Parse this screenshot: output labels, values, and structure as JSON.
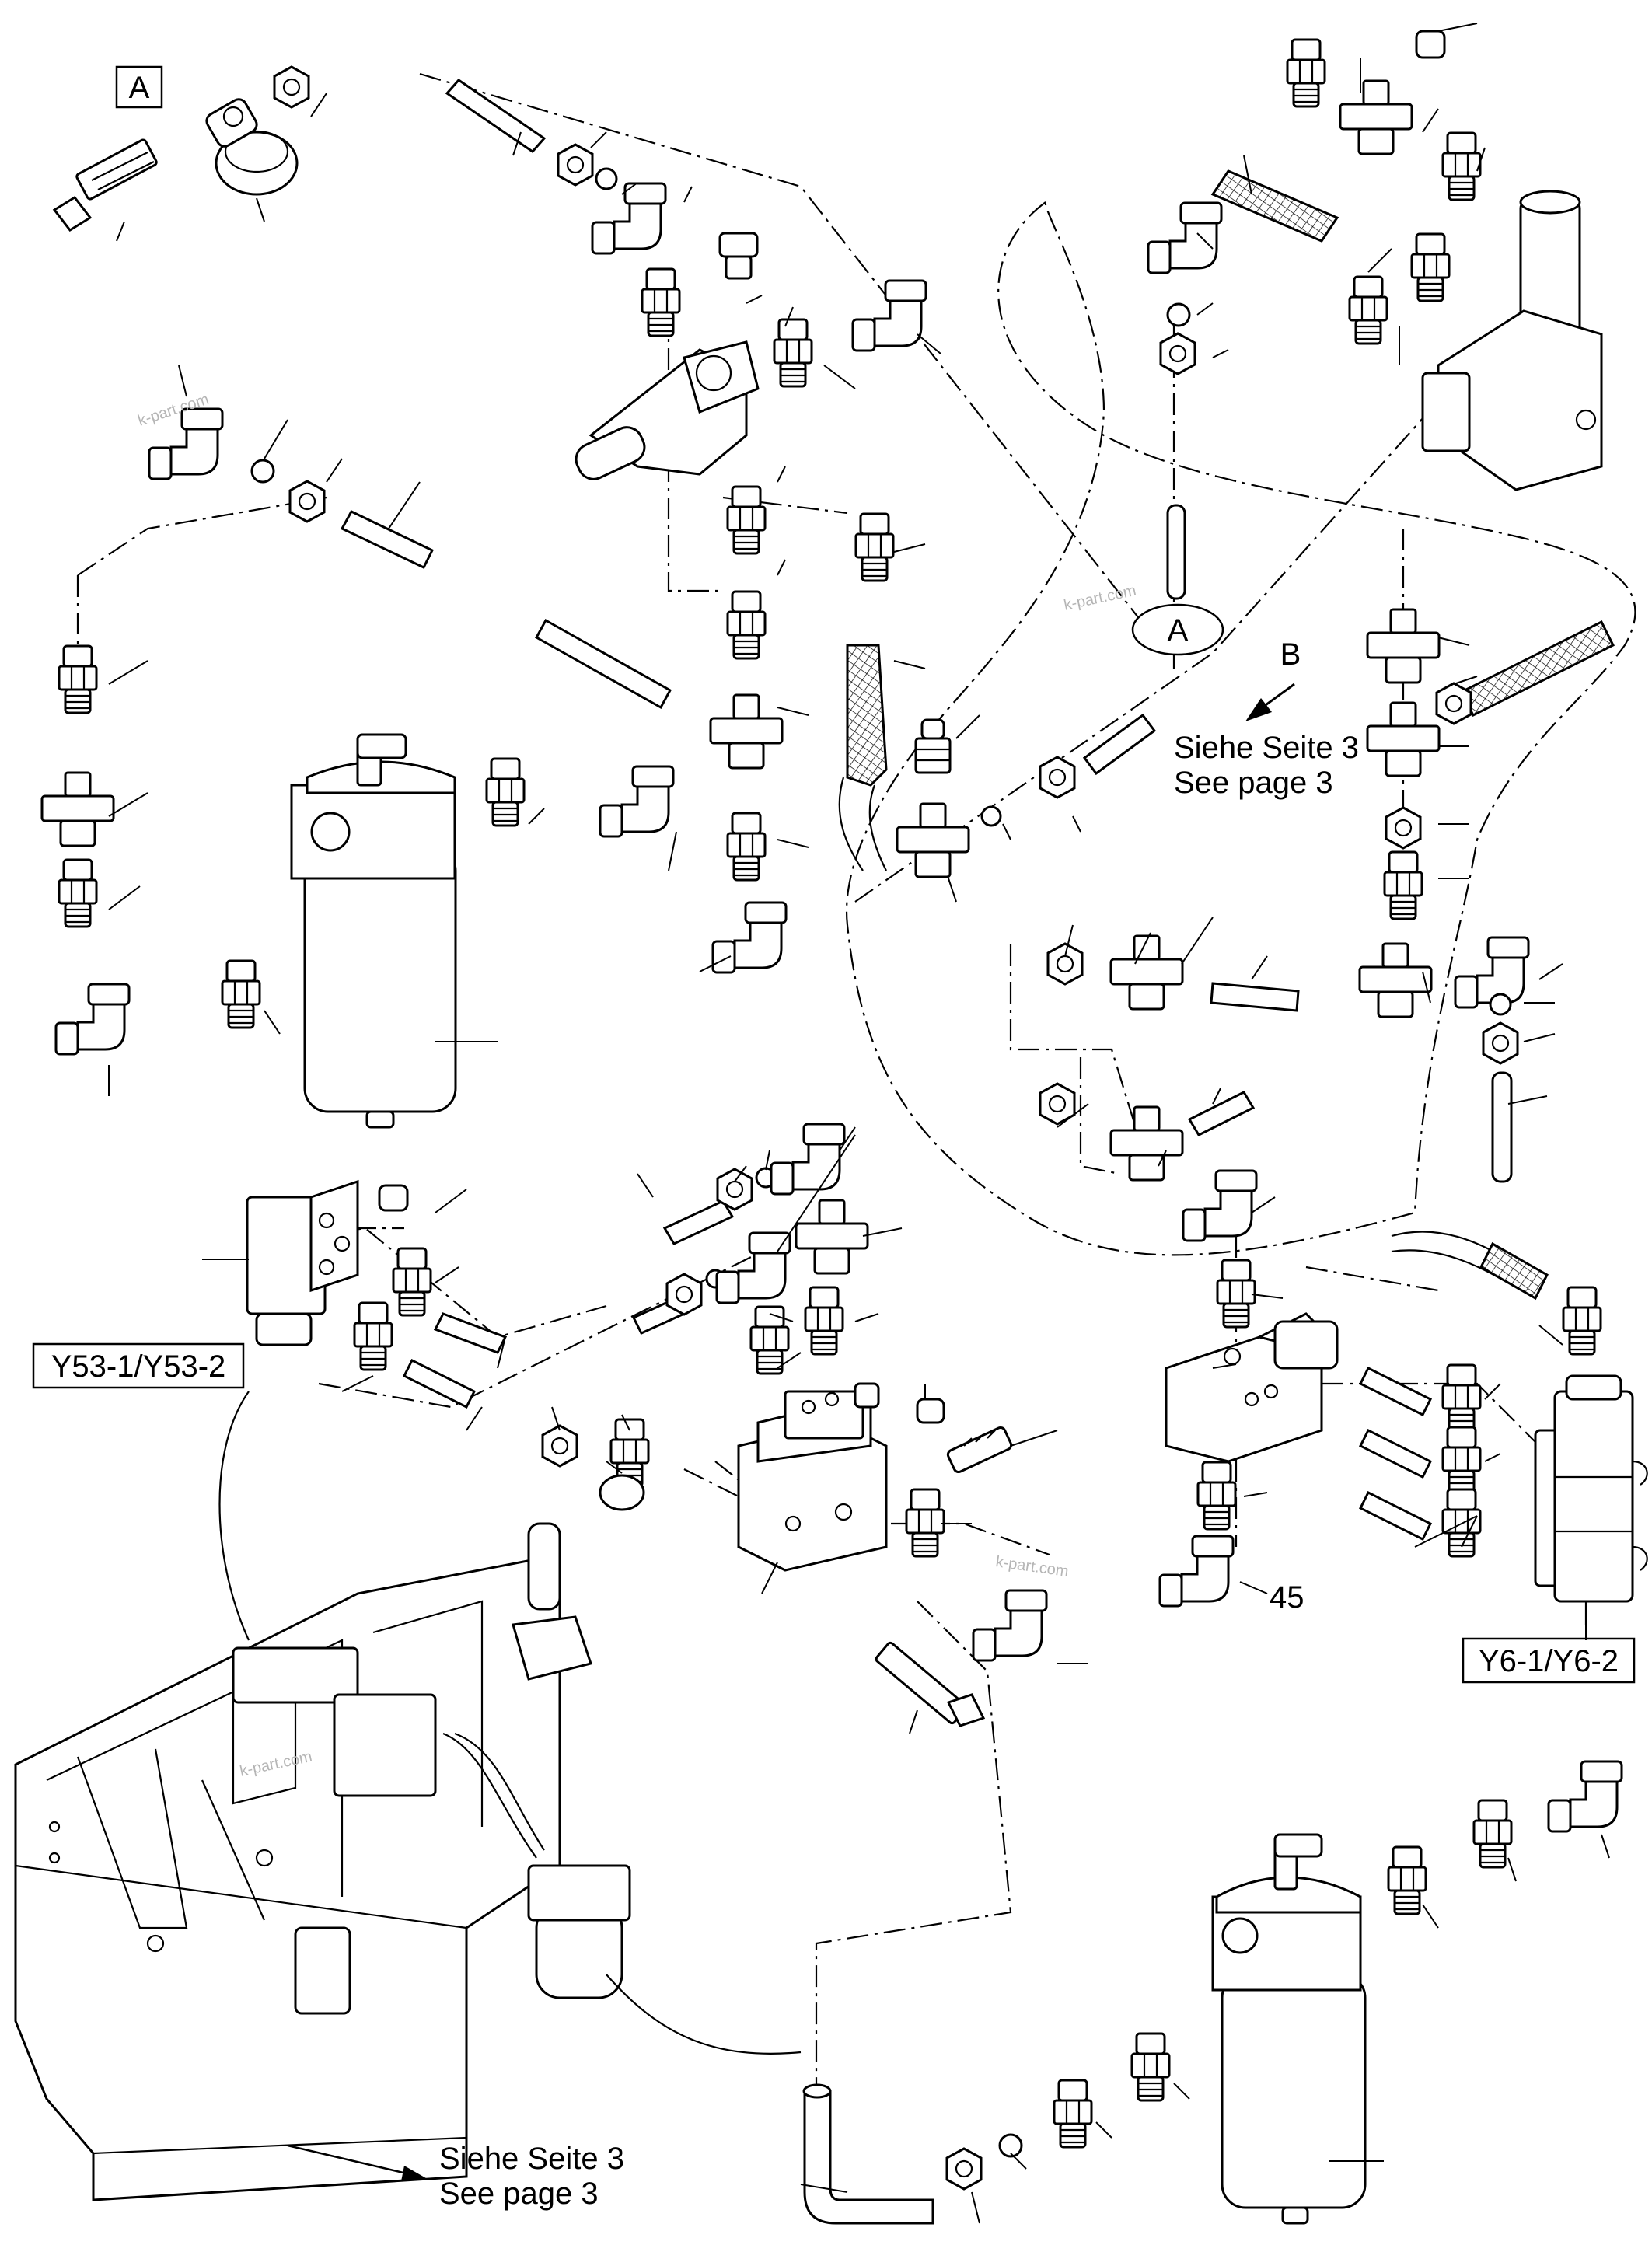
{
  "callouts": {
    "a": "A",
    "b": "B",
    "a_detail": "A",
    "y53": "Y53-1/Y53-2",
    "y6": "Y6-1/Y6-2",
    "pos45": "45"
  },
  "references": {
    "right_de": "Siehe Seite 3",
    "right_en": "See page 3",
    "bottom_de": "Siehe Seite 3",
    "bottom_en": "See page 3"
  },
  "watermark": [
    "k-part.com",
    "k-part.com",
    "k-part.com",
    "k-part.com"
  ]
}
